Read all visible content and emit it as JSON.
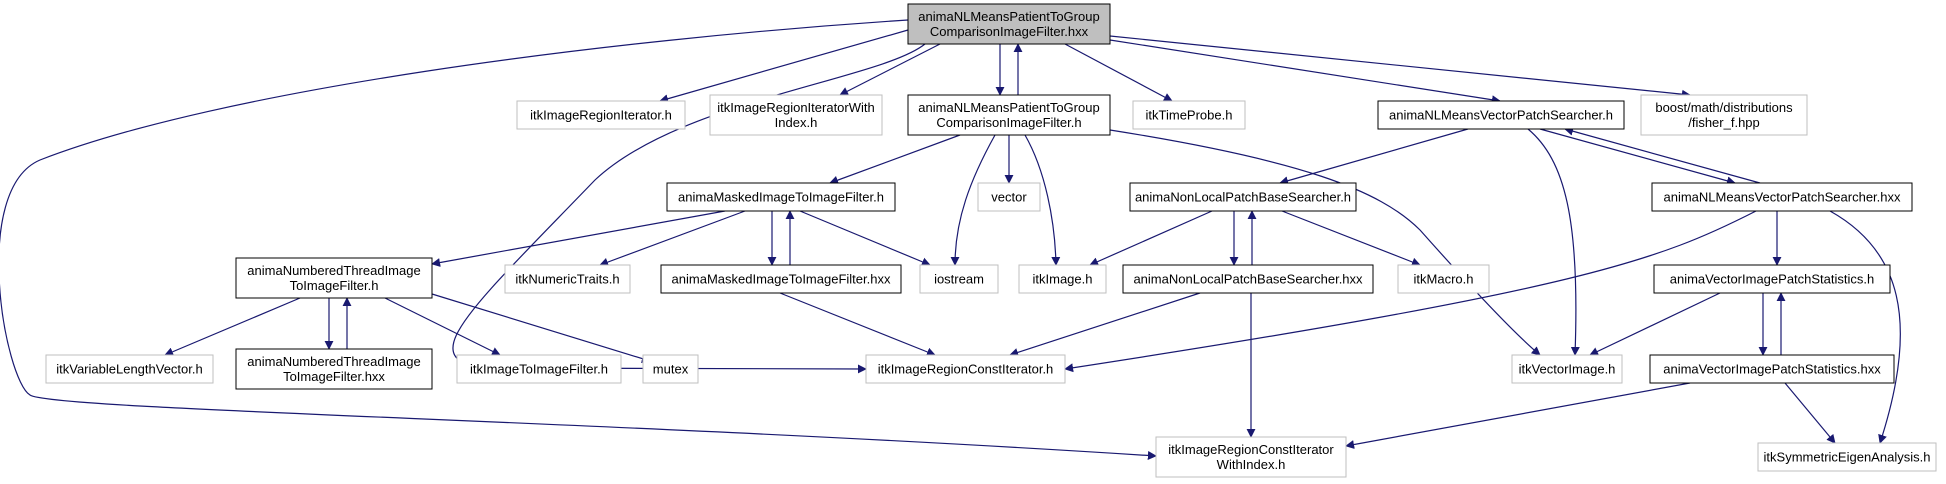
{
  "nodes": [
    {
      "id": "root",
      "lines": [
        "animaNLMeansPatientToGroup",
        "ComparisonImageFilter.hxx"
      ],
      "style": "root"
    },
    {
      "id": "region_iter",
      "lines": [
        "itkImageRegionIterator.h"
      ],
      "style": "light"
    },
    {
      "id": "region_iter_idx",
      "lines": [
        "itkImageRegionIteratorWith",
        "Index.h"
      ],
      "style": "light"
    },
    {
      "id": "filter_h",
      "lines": [
        "animaNLMeansPatientToGroup",
        "ComparisonImageFilter.h"
      ],
      "style": "dark"
    },
    {
      "id": "time_probe",
      "lines": [
        "itkTimeProbe.h"
      ],
      "style": "light"
    },
    {
      "id": "vps_h",
      "lines": [
        "animaNLMeansVectorPatchSearcher.h"
      ],
      "style": "dark"
    },
    {
      "id": "fisher",
      "lines": [
        "boost/math/distributions",
        "/fisher_f.hpp"
      ],
      "style": "light"
    },
    {
      "id": "masked_h",
      "lines": [
        "animaMaskedImageToImageFilter.h"
      ],
      "style": "dark"
    },
    {
      "id": "vector",
      "lines": [
        "vector"
      ],
      "style": "light"
    },
    {
      "id": "nlpbs_h",
      "lines": [
        "animaNonLocalPatchBaseSearcher.h"
      ],
      "style": "dark"
    },
    {
      "id": "vps_hxx",
      "lines": [
        "animaNLMeansVectorPatchSearcher.hxx"
      ],
      "style": "dark"
    },
    {
      "id": "numbered_h",
      "lines": [
        "animaNumberedThreadImage",
        "ToImageFilter.h"
      ],
      "style": "dark"
    },
    {
      "id": "numeric_traits",
      "lines": [
        "itkNumericTraits.h"
      ],
      "style": "light"
    },
    {
      "id": "masked_hxx",
      "lines": [
        "animaMaskedImageToImageFilter.hxx"
      ],
      "style": "dark"
    },
    {
      "id": "iostream",
      "lines": [
        "iostream"
      ],
      "style": "light"
    },
    {
      "id": "itk_image",
      "lines": [
        "itkImage.h"
      ],
      "style": "light"
    },
    {
      "id": "nlpbs_hxx",
      "lines": [
        "animaNonLocalPatchBaseSearcher.hxx"
      ],
      "style": "dark"
    },
    {
      "id": "itk_macro",
      "lines": [
        "itkMacro.h"
      ],
      "style": "light"
    },
    {
      "id": "vips_h",
      "lines": [
        "animaVectorImagePatchStatistics.h"
      ],
      "style": "dark"
    },
    {
      "id": "var_len_vec",
      "lines": [
        "itkVariableLengthVector.h"
      ],
      "style": "light"
    },
    {
      "id": "numbered_hxx",
      "lines": [
        "animaNumberedThreadImage",
        "ToImageFilter.hxx"
      ],
      "style": "dark"
    },
    {
      "id": "img_to_img",
      "lines": [
        "itkImageToImageFilter.h"
      ],
      "style": "light"
    },
    {
      "id": "mutex",
      "lines": [
        "mutex"
      ],
      "style": "light"
    },
    {
      "id": "region_const_iter",
      "lines": [
        "itkImageRegionConstIterator.h"
      ],
      "style": "light"
    },
    {
      "id": "vector_image",
      "lines": [
        "itkVectorImage.h"
      ],
      "style": "light"
    },
    {
      "id": "vips_hxx",
      "lines": [
        "animaVectorImagePatchStatistics.hxx"
      ],
      "style": "dark"
    },
    {
      "id": "region_const_iter_idx",
      "lines": [
        "itkImageRegionConstIterator",
        "WithIndex.h"
      ],
      "style": "light"
    },
    {
      "id": "sym_eigen",
      "lines": [
        "itkSymmetricEigenAnalysis.h"
      ],
      "style": "light"
    }
  ]
}
